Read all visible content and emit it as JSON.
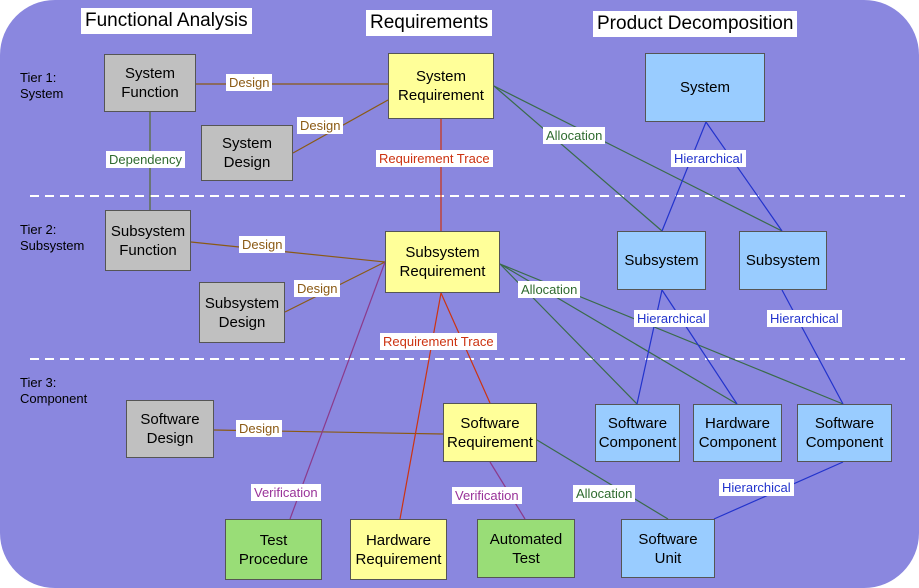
{
  "headers": {
    "functional": "Functional Analysis",
    "requirements": "Requirements",
    "product": "Product Decomposition"
  },
  "tiers": {
    "tier1": "Tier 1:\nSystem",
    "tier2": "Tier 2:\nSubsystem",
    "tier3": "Tier 3:\nComponent"
  },
  "nodes": {
    "system_function": "System\nFunction",
    "system_design": "System\nDesign",
    "system_requirement": "System\nRequirement",
    "system": "System",
    "subsystem_function": "Subsystem\nFunction",
    "subsystem_design": "Subsystem\nDesign",
    "subsystem_requirement": "Subsystem\nRequirement",
    "subsystem_a": "Subsystem",
    "subsystem_b": "Subsystem",
    "software_design": "Software\nDesign",
    "software_requirement": "Software\nRequirement",
    "software_component_a": "Software\nComponent",
    "hardware_component": "Hardware\nComponent",
    "software_component_b": "Software\nComponent",
    "test_procedure": "Test\nProcedure",
    "hardware_requirement": "Hardware\nRequirement",
    "automated_test": "Automated\nTest",
    "software_unit": "Software\nUnit"
  },
  "labels": {
    "design_1": "Design",
    "design_2": "Design",
    "dependency": "Dependency",
    "requirement_trace_1": "Requirement Trace",
    "allocation_1": "Allocation",
    "hierarchical_1": "Hierarchical",
    "design_3": "Design",
    "design_4": "Design",
    "allocation_2": "Allocation",
    "requirement_trace_2": "Requirement Trace",
    "hierarchical_2": "Hierarchical",
    "hierarchical_3": "Hierarchical",
    "design_5": "Design",
    "verification_1": "Verification",
    "verification_2": "Verification",
    "allocation_3": "Allocation",
    "hierarchical_4": "Hierarchical"
  },
  "colors": {
    "background": "#8a87df",
    "functional_box": "#c0c0c0",
    "requirement_box": "#ffff99",
    "product_box": "#99ccff",
    "test_box": "#99dd77",
    "design_link": "#8b5a14",
    "dependency_link": "#556b2f",
    "trace_link": "#cc3311",
    "allocation_link": "#3a6b4a",
    "hierarchical_link": "#2233cc",
    "verification_link": "#8b3a8b"
  }
}
